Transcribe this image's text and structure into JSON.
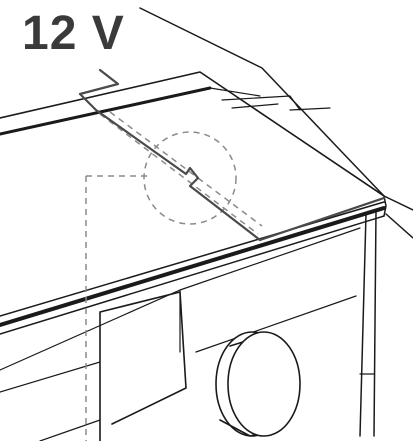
{
  "label": {
    "voltage": "12 V"
  },
  "colors": {
    "line": "#1a1a1a",
    "guide": "#8a8a8a",
    "text": "#3a3a3a",
    "background": "#ffffff"
  },
  "icons": {
    "wire": "bent-wire-clip",
    "callout": "dashed-circle-detail",
    "wheel": "wheel-knob"
  }
}
